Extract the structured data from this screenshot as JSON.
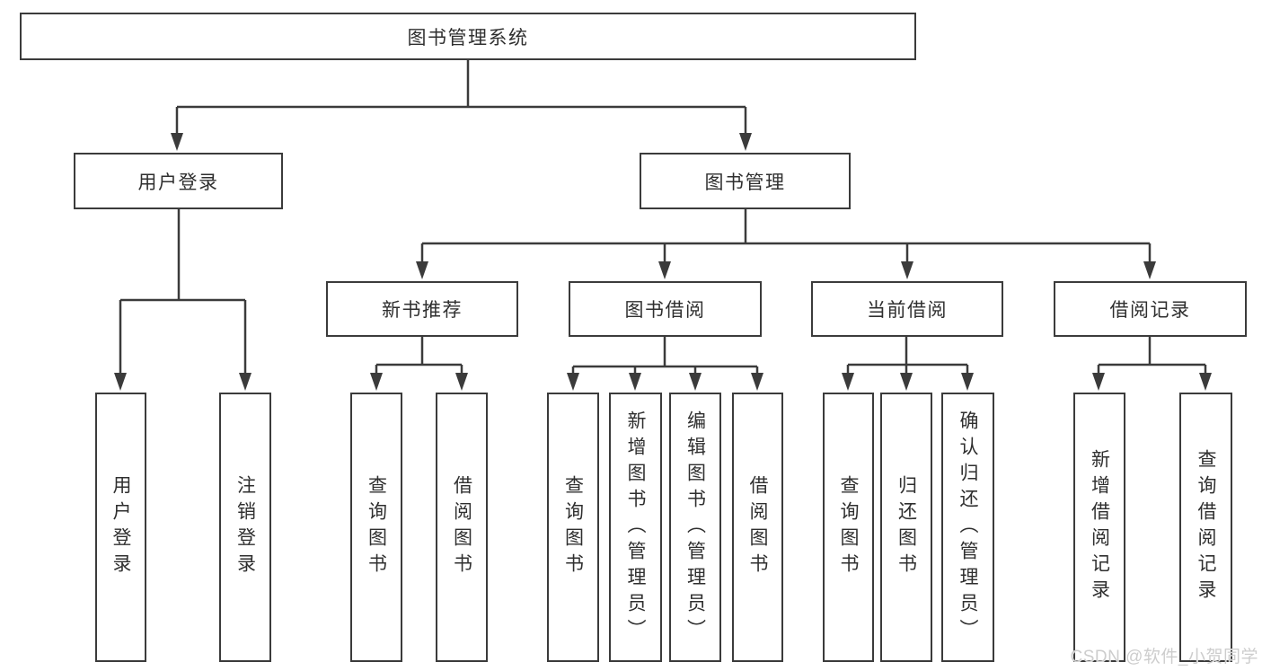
{
  "tree": {
    "label": "图书管理系统",
    "children": [
      {
        "label": "用户登录",
        "children": [
          {
            "label": "用户登录"
          },
          {
            "label": "注销登录"
          }
        ]
      },
      {
        "label": "图书管理",
        "children": [
          {
            "label": "新书推荐",
            "children": [
              {
                "label": "查询图书"
              },
              {
                "label": "借阅图书"
              }
            ]
          },
          {
            "label": "图书借阅",
            "children": [
              {
                "label": "查询图书"
              },
              {
                "label": "新增图书（管理员）"
              },
              {
                "label": "编辑图书（管理员）"
              },
              {
                "label": "借阅图书"
              }
            ]
          },
          {
            "label": "当前借阅",
            "children": [
              {
                "label": "查询图书"
              },
              {
                "label": "归还图书"
              },
              {
                "label": "确认归还（管理员）"
              }
            ]
          },
          {
            "label": "借阅记录",
            "children": [
              {
                "label": "新增借阅记录"
              },
              {
                "label": "查询借阅记录"
              }
            ]
          }
        ]
      }
    ]
  },
  "watermark": {
    "text": "CSDN @软件_小贺同学"
  },
  "colors": {
    "line": "#3b3b3b",
    "box_border": "#3b3b3b",
    "text": "#2f2f2f",
    "background": "#ffffff",
    "watermark": "#cdcdcd"
  }
}
